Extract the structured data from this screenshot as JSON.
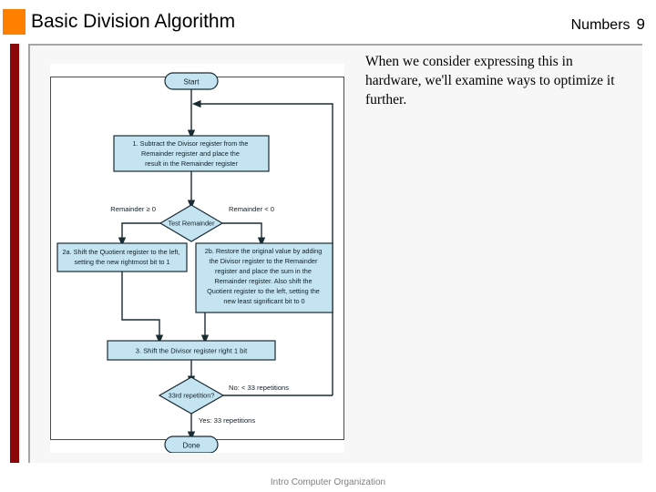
{
  "header": {
    "title": "Basic Division Algorithm",
    "section_label": "Numbers",
    "page_number": "9",
    "accent_square_color": "#FF7F00",
    "side_bar_color": "#8C0808"
  },
  "body": {
    "paragraph": "When we consider expressing this in hardware, we'll examine ways to optimize it further."
  },
  "footer": {
    "text": "Intro Computer Organization"
  },
  "chart_data": {
    "type": "diagram",
    "title": "Basic Division Algorithm Flowchart",
    "node_fill": "#C3E4F0",
    "node_stroke": "#1A2B33",
    "nodes": [
      {
        "id": "start",
        "shape": "terminator",
        "label": "Start"
      },
      {
        "id": "step1",
        "shape": "process",
        "label": "1.  Subtract the Divisor register from the Remainder register and place the result in the Remainder register"
      },
      {
        "id": "test",
        "shape": "decision",
        "label": "Test Remainder"
      },
      {
        "id": "step2a",
        "shape": "process",
        "label": "2a.  Shift the Quotient register to the left, setting the new rightmost bit to 1"
      },
      {
        "id": "step2b",
        "shape": "process",
        "label": "2b.  Restore the original value by adding the Divisor register to the Remainder register and place the sum in the Remainder register. Also shift the Quotient register to the left, setting the new least significant bit to 0"
      },
      {
        "id": "step3",
        "shape": "process",
        "label": "3.  Shift the Divisor register right 1 bit"
      },
      {
        "id": "rep",
        "shape": "decision",
        "label": "33rd repetition?"
      },
      {
        "id": "done",
        "shape": "terminator",
        "label": "Done"
      }
    ],
    "edge_labels": [
      {
        "id": "rem_ge",
        "text": "Remainder ≥ 0"
      },
      {
        "id": "rem_lt",
        "text": "Remainder < 0"
      },
      {
        "id": "rep_no",
        "text": "No:  < 33 repetitions"
      },
      {
        "id": "rep_yes",
        "text": "Yes:  33 repetitions"
      }
    ],
    "edges": [
      {
        "from": "start",
        "to": "step1"
      },
      {
        "from": "step1",
        "to": "test"
      },
      {
        "from": "test",
        "to": "step2a",
        "label": "Remainder ≥ 0"
      },
      {
        "from": "test",
        "to": "step2b",
        "label": "Remainder < 0"
      },
      {
        "from": "step2a",
        "to": "step3"
      },
      {
        "from": "step2b",
        "to": "step3"
      },
      {
        "from": "step3",
        "to": "rep"
      },
      {
        "from": "rep",
        "to": "step1",
        "label": "No:  < 33 repetitions"
      },
      {
        "from": "rep",
        "to": "done",
        "label": "Yes:  33 repetitions"
      }
    ]
  }
}
